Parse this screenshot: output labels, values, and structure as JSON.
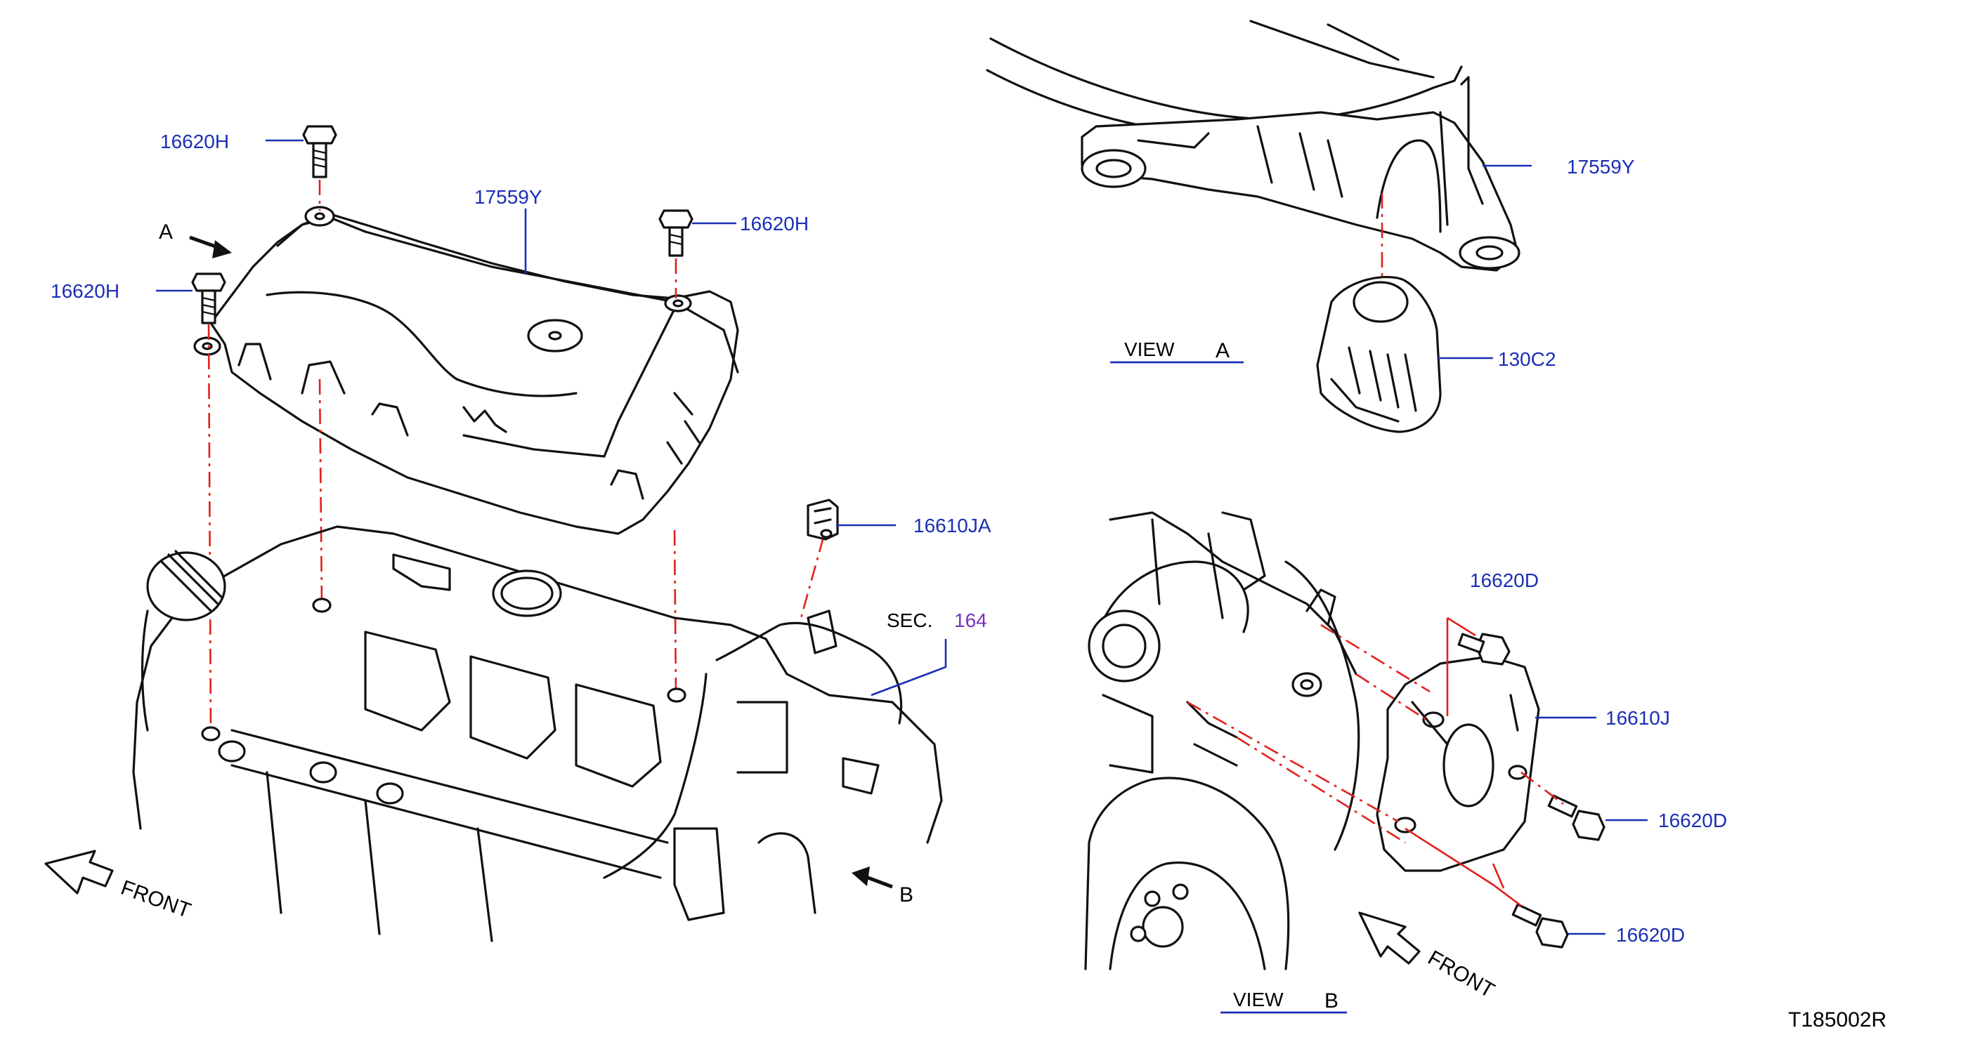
{
  "labels": {
    "bolt_top_left": "16620H",
    "bolt_left": "16620H",
    "bolt_top_right": "16620H",
    "cover_main": "17559Y",
    "bracket_small": "16610JA",
    "sec_prefix": "SEC.",
    "sec_number": "164",
    "arrow_a": "A",
    "arrow_b": "B",
    "front_left": "FRONT",
    "view_a_word": "VIEW",
    "view_a_letter": "A",
    "view_a_cover": "17559Y",
    "view_a_bracket": "130C2",
    "view_b_word": "VIEW",
    "view_b_letter": "B",
    "view_b_bolt_top": "16620D",
    "view_b_bracket": "16610J",
    "view_b_bolt_mid": "16620D",
    "view_b_bolt_bottom": "16620D",
    "front_right": "FRONT",
    "drawing_code": "T185002R"
  },
  "colors": {
    "label_blue": "#1a2fb5",
    "assembly_red": "#e0201c",
    "section_purple": "#7a2fc0",
    "line_black": "#111111"
  }
}
